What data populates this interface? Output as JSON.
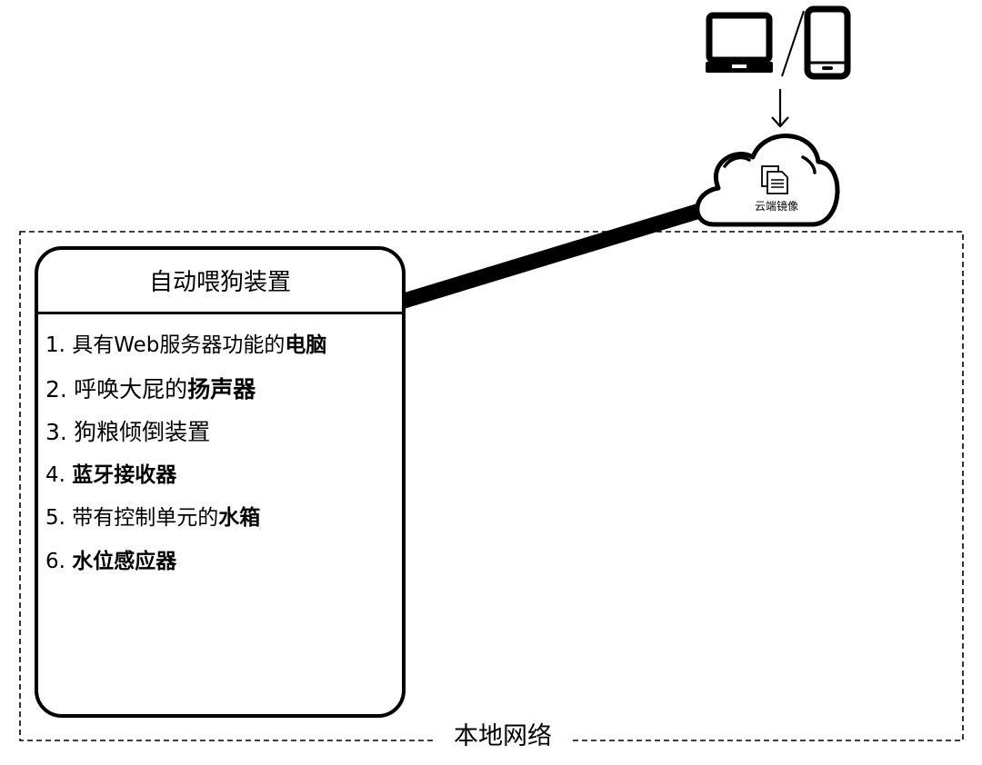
{
  "network": {
    "label": "本地网络"
  },
  "cloud": {
    "label": "云端镜像",
    "icon": "document-copy-icon"
  },
  "clients": {
    "icons": [
      "monitor-icon",
      "smartphone-icon"
    ],
    "separator": "/",
    "arrow_icon": "arrow-down-icon"
  },
  "device": {
    "title": "自动喂狗装置",
    "items": [
      {
        "num": "1.",
        "text": "具有Web服务器功能的",
        "bold": "电脑"
      },
      {
        "num": "2.",
        "text": "呼唤大屁的",
        "bold": "扬声器"
      },
      {
        "num": "3.",
        "text": "狗粮倾倒装置",
        "bold": ""
      },
      {
        "num": "4.",
        "text": "",
        "bold": "蓝牙接收器"
      },
      {
        "num": "5.",
        "text": "带有控制单元的",
        "bold": "水箱"
      },
      {
        "num": "6.",
        "text": "",
        "bold": "水位感应器"
      }
    ]
  }
}
